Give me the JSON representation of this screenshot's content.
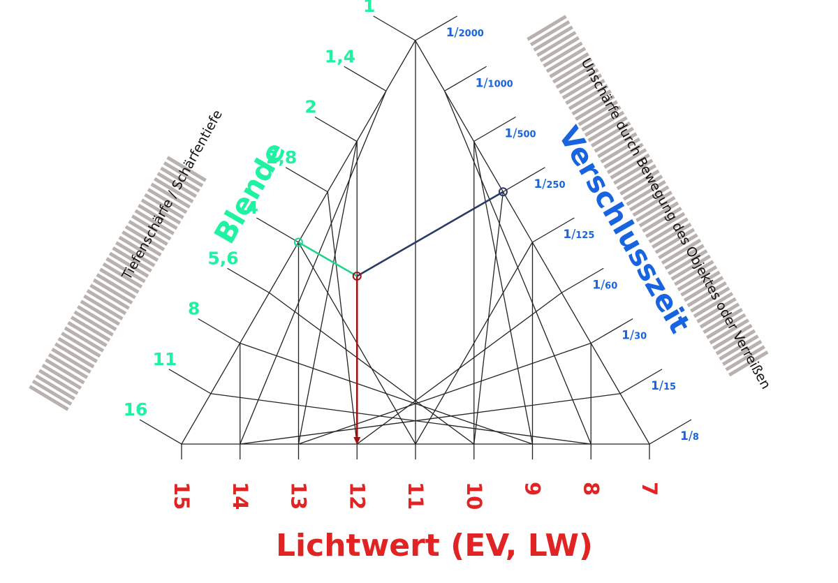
{
  "colors": {
    "aperture": "#1ff2a0",
    "shutter": "#1763e0",
    "ev": "#e02424",
    "stripes": "#b8b1ae",
    "grid": "#222222",
    "shutter_line": "#2a3a66",
    "aperture_line": "#1fd68c",
    "ev_line": "#9e1414"
  },
  "titles": {
    "aperture": "Blende",
    "shutter": "Verschlusszeit",
    "ev": "Lichtwert (EV, LW)"
  },
  "side_notes": {
    "left": "Tiefenschärfe / Schärfentiefe",
    "right": "Unschärfe durch Bewegung des Objektes oder Verreißen"
  },
  "aperture_values": [
    "1",
    "1,4",
    "2",
    "2,8",
    "4",
    "5,6",
    "8",
    "11",
    "16"
  ],
  "shutter_values": [
    {
      "num": "1",
      "den": "2000"
    },
    {
      "num": "1",
      "den": "1000"
    },
    {
      "num": "1",
      "den": "500"
    },
    {
      "num": "1",
      "den": "250"
    },
    {
      "num": "1",
      "den": "125"
    },
    {
      "num": "1",
      "den": "60"
    },
    {
      "num": "1",
      "den": "30"
    },
    {
      "num": "1",
      "den": "15"
    },
    {
      "num": "1",
      "den": "8"
    }
  ],
  "ev_values": [
    "15",
    "14",
    "13",
    "12",
    "11",
    "10",
    "9",
    "8",
    "7"
  ],
  "example": {
    "aperture": "4",
    "shutter": "1/250",
    "ev": "12"
  }
}
